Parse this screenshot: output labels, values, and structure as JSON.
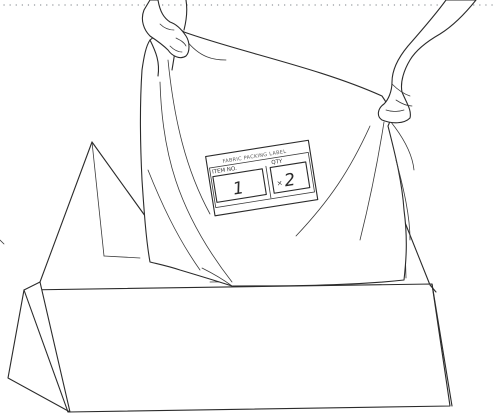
{
  "label": {
    "title": "FABRIC PACKING LABEL",
    "item_header": "ITEM NO.",
    "qty_header": "QTY",
    "item_value": "1",
    "qty_prefix": "×",
    "qty_value": "2"
  },
  "colors": {
    "line": "#2b2b2b",
    "dotted_border": "#8a8f94",
    "background": "#ffffff"
  }
}
